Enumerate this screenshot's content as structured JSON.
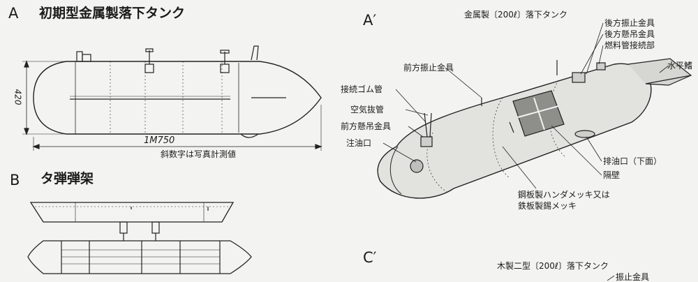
{
  "sectionA": {
    "letter": "A",
    "title": "初期型金属製落下タンク"
  },
  "sectionAprime": {
    "letter": "A′"
  },
  "sectionB": {
    "letter": "B",
    "title": "タ弾弾架"
  },
  "sectionCprime": {
    "letter": "C′"
  },
  "drawingA": {
    "height_dim": "420",
    "length_dim": "1M750",
    "note": "斜数字は写真計測値"
  },
  "drawingAprime": {
    "title": "金属製〔200ℓ〕落下タンク",
    "labels": [
      "後方振止金具",
      "後方懸吊金具",
      "燃料管接続部",
      "水平鰭",
      "前方振止金具",
      "接続ゴム管",
      "空気抜管",
      "前方懸吊金具",
      "注油口",
      "排油口（下面）",
      "隔壁",
      "鋼板製ハンダメッキ又は",
      "鉄板製錫メッキ"
    ]
  },
  "drawingCprime": {
    "title": "木製二型〔200ℓ〕落下タンク",
    "partial_label": "振止金具"
  }
}
